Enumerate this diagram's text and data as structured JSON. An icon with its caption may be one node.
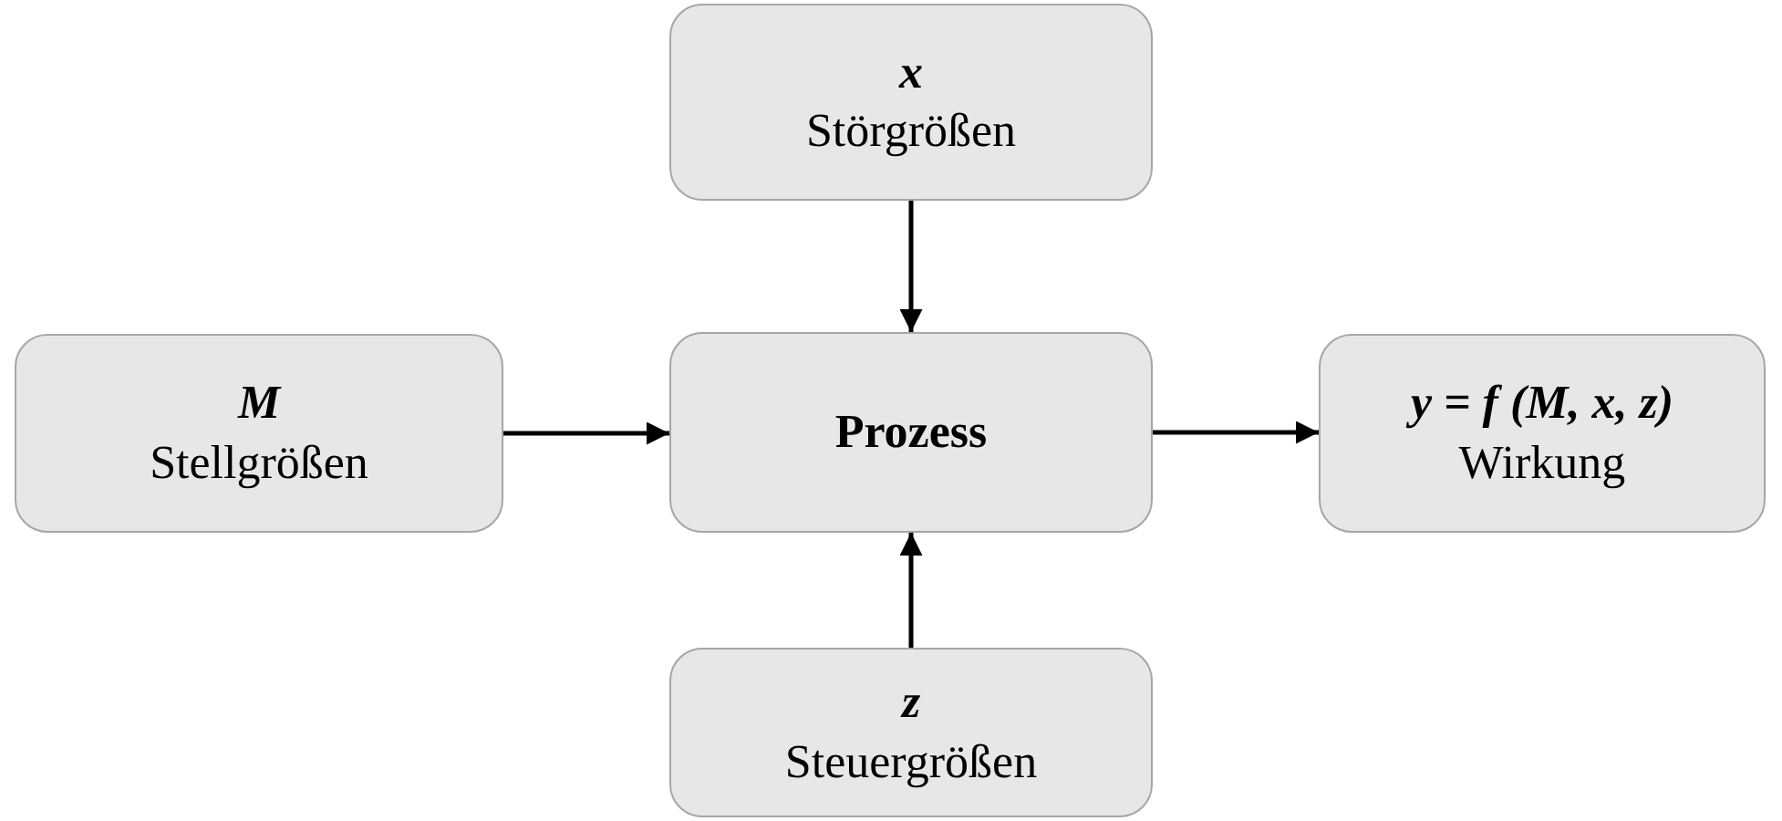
{
  "diagram": {
    "nodes": [
      {
        "text": [
          "x",
          "Störgrößen"
        ]
      },
      {
        "text": [
          "M",
          "Stellgrößen"
        ]
      },
      {
        "text": [
          "Prozess"
        ]
      },
      {
        "text": [
          "y = f (M, x, z)",
          "Wirkung"
        ]
      },
      {
        "text": [
          "z",
          "Steuergrößen"
        ]
      }
    ],
    "edges": [
      {
        "from": 0,
        "to": 2,
        "arrow": "to"
      },
      {
        "from": 1,
        "to": 2,
        "arrow": "to"
      },
      {
        "from": 2,
        "to": 3,
        "arrow": "to"
      },
      {
        "from": 4,
        "to": 2,
        "arrow": "to"
      }
    ]
  }
}
